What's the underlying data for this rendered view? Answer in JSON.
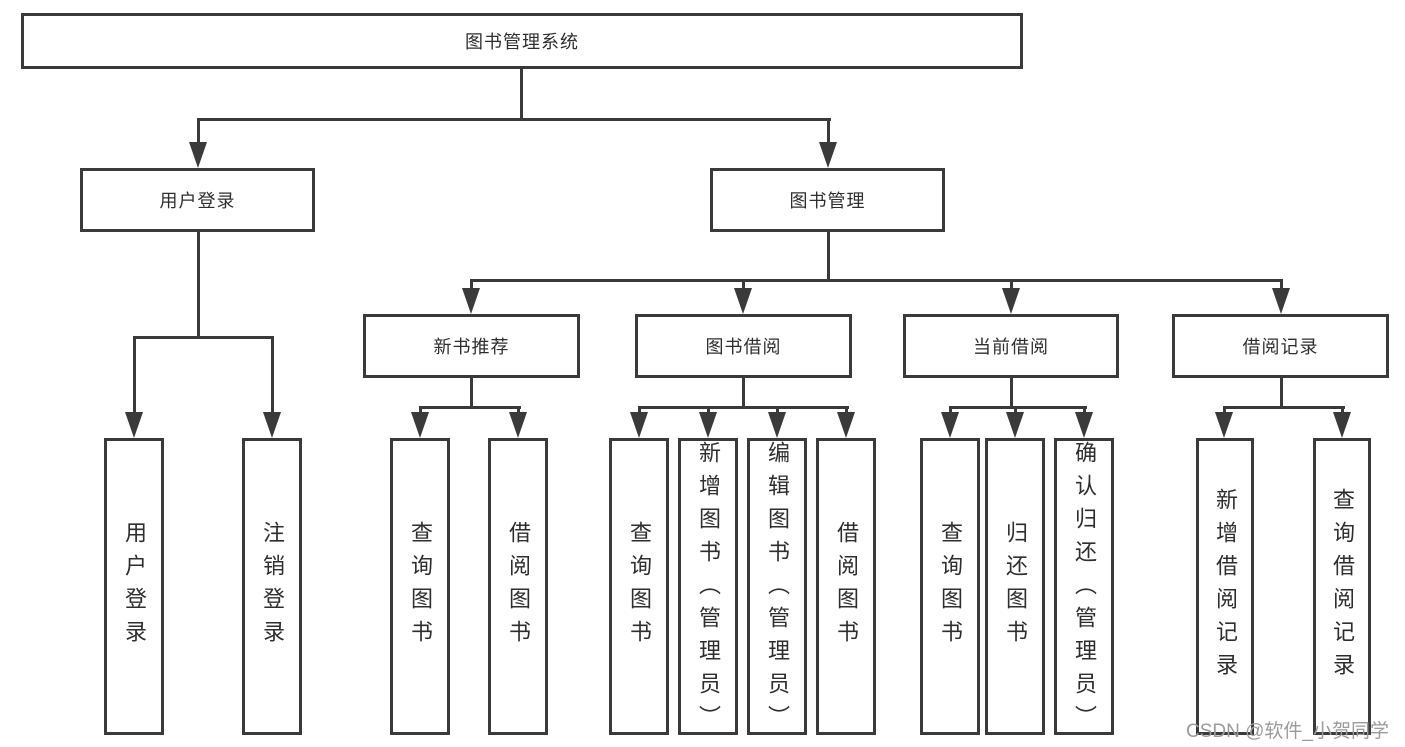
{
  "diagram": {
    "root": {
      "label": "图书管理系统",
      "children": [
        {
          "label": "用户登录",
          "children": [
            {
              "label": "用户登录"
            },
            {
              "label": "注销登录"
            }
          ]
        },
        {
          "label": "图书管理",
          "children": [
            {
              "label": "新书推荐",
              "children": [
                {
                  "label": "查询图书"
                },
                {
                  "label": "借阅图书"
                }
              ]
            },
            {
              "label": "图书借阅",
              "children": [
                {
                  "label": "查询图书"
                },
                {
                  "label": "新增图书（管理员）"
                },
                {
                  "label": "编辑图书（管理员）"
                },
                {
                  "label": "借阅图书"
                }
              ]
            },
            {
              "label": "当前借阅",
              "children": [
                {
                  "label": "查询图书"
                },
                {
                  "label": "归还图书"
                },
                {
                  "label": "确认归还（管理员）"
                }
              ]
            },
            {
              "label": "借阅记录",
              "children": [
                {
                  "label": "新增借阅记录"
                },
                {
                  "label": "查询借阅记录"
                }
              ]
            }
          ]
        }
      ]
    }
  },
  "watermark": {
    "text": "CSDN @软件_小贺同学"
  },
  "colors": {
    "line": "#3a3a3a",
    "box_border": "#3a3a3a",
    "text": "#2e2e2e",
    "watermark": "#9b9b9b",
    "background": "#ffffff"
  }
}
